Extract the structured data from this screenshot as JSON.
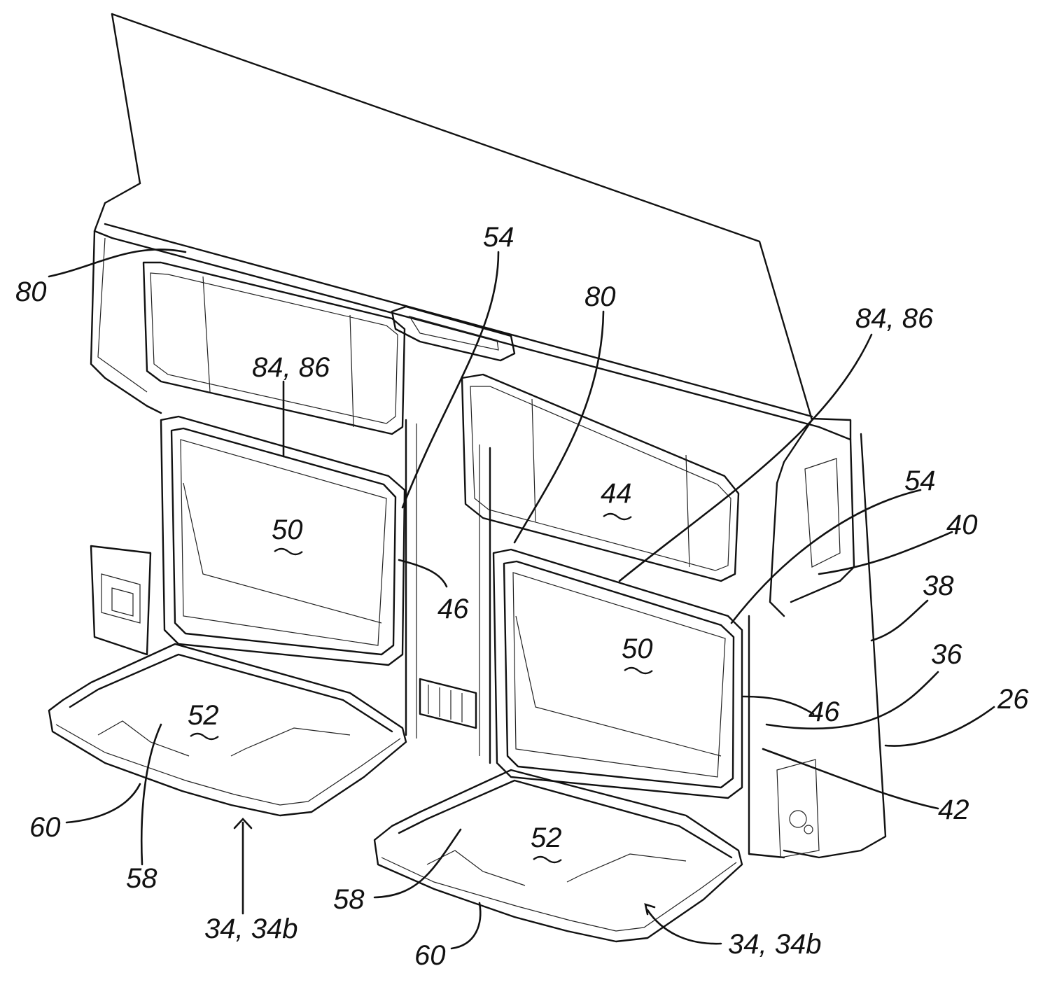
{
  "figure": {
    "labels": {
      "ref_80_left": "80",
      "ref_54_top": "54",
      "ref_80_mid": "80",
      "ref_84_86_right": "84, 86",
      "ref_84_86_left": "84, 86",
      "ref_44": "44",
      "ref_54_right": "54",
      "ref_40": "40",
      "ref_50_left": "50",
      "ref_46_left": "46",
      "ref_38": "38",
      "ref_50_right": "50",
      "ref_36": "36",
      "ref_46_right": "46",
      "ref_26": "26",
      "ref_52_left": "52",
      "ref_42": "42",
      "ref_60_left": "60",
      "ref_58_left": "58",
      "ref_52_right": "52",
      "ref_34_left": "34, 34b",
      "ref_58_right": "58",
      "ref_60_right": "60",
      "ref_34_right": "34, 34b"
    }
  }
}
